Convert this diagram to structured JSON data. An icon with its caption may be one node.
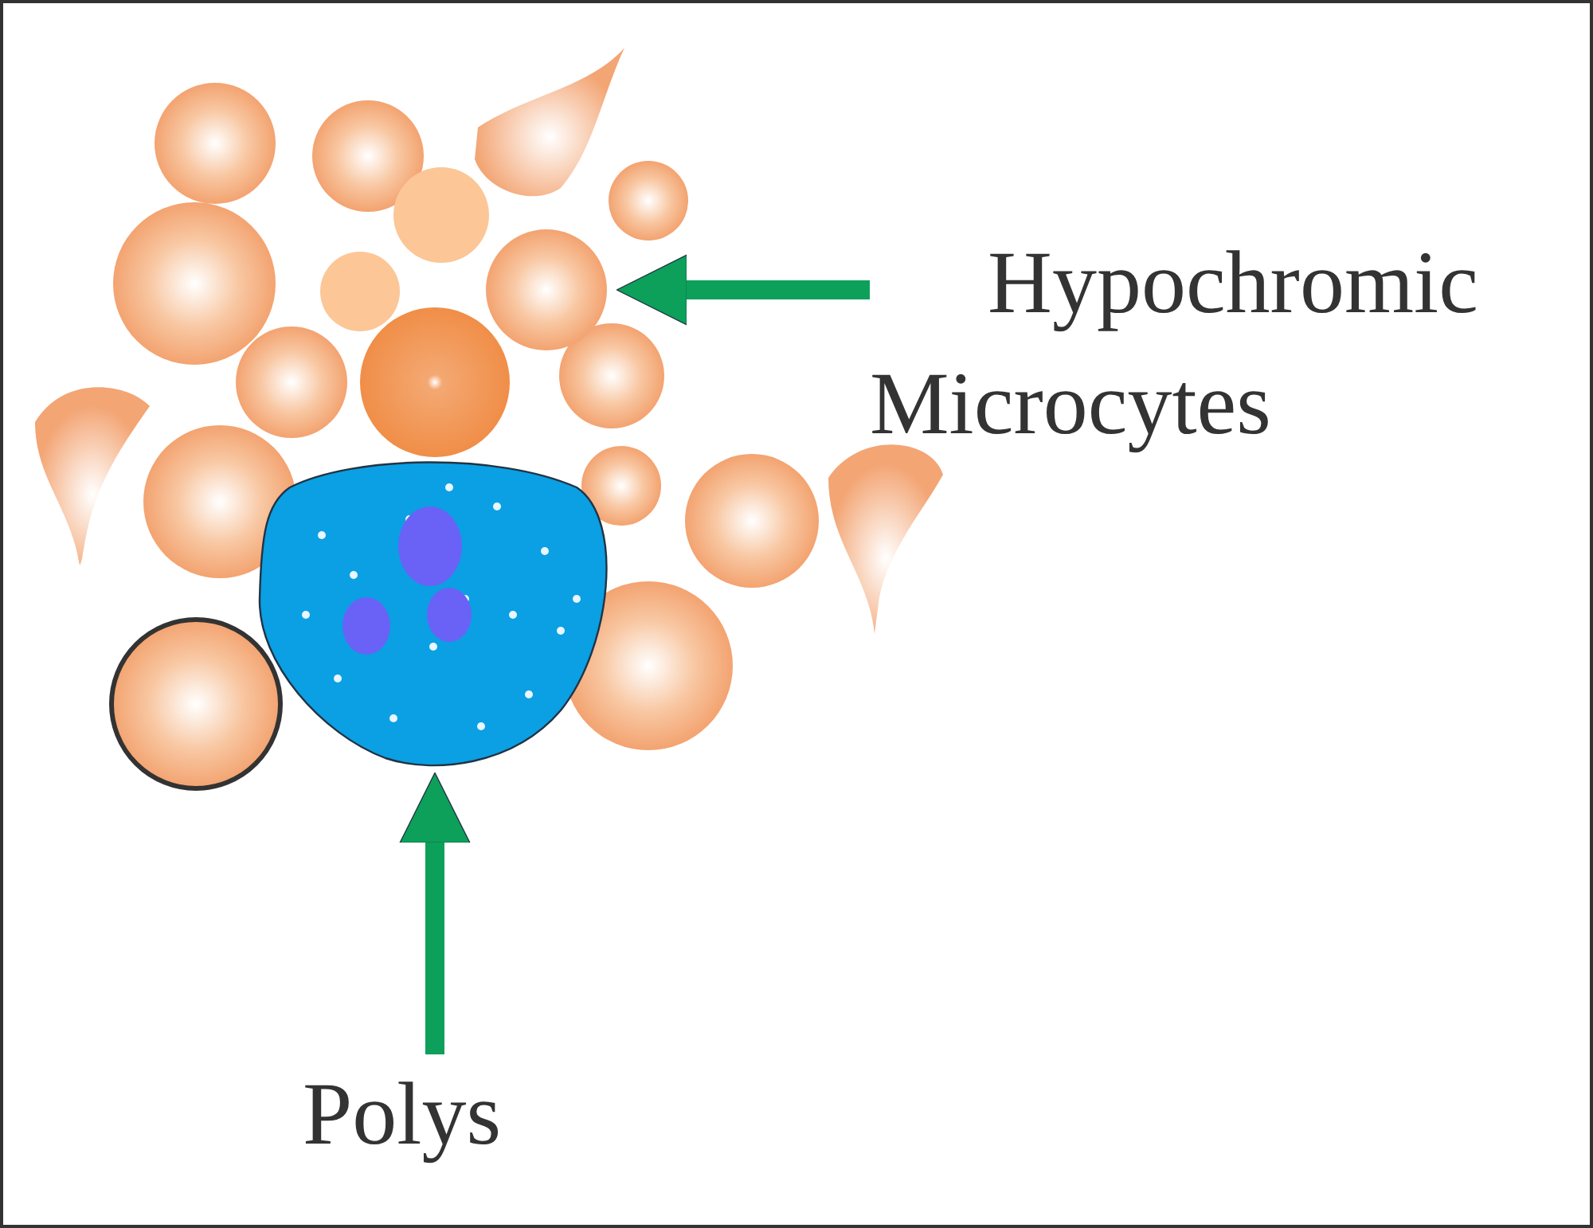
{
  "diagram": {
    "nodes": [
      {
        "text": [
          "Hypochromic Microcytes"
        ]
      },
      {
        "text": [],
        "shape": "circle"
      },
      {
        "text": [],
        "shape": "picture"
      },
      {
        "text": [
          "Polys"
        ]
      }
    ],
    "edges": [
      {
        "from": 0,
        "to": 1,
        "arrow": "to"
      },
      {
        "from": 3,
        "to": 2,
        "arrow": "to"
      }
    ]
  }
}
